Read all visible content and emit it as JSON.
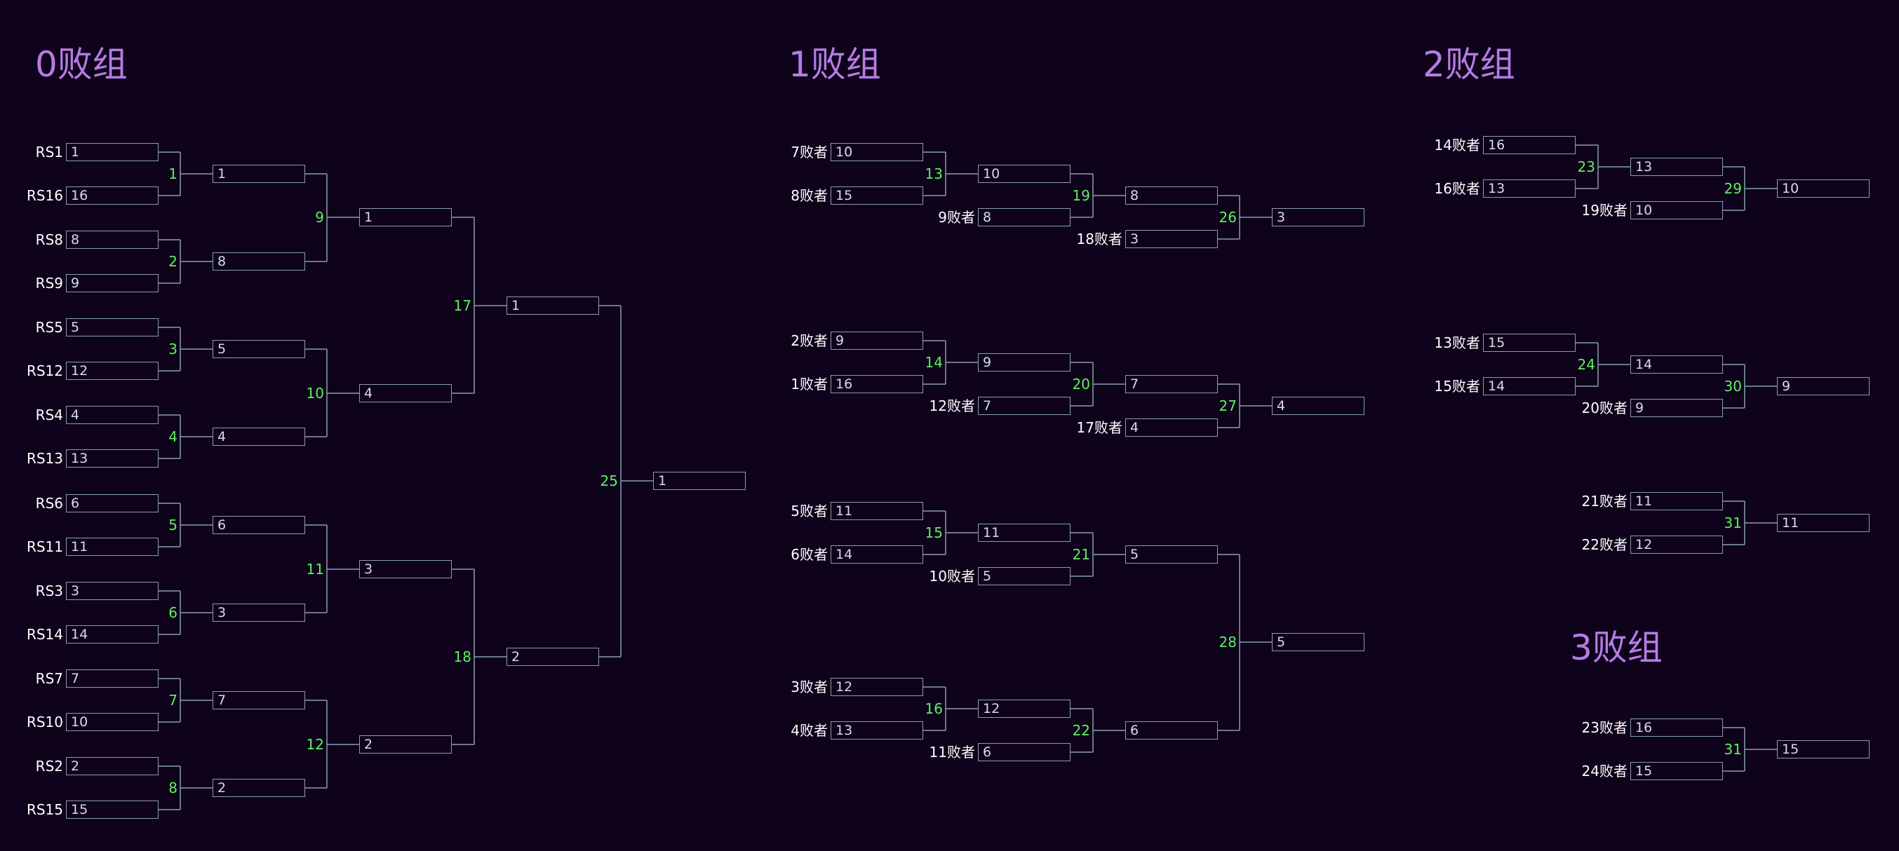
{
  "colors": {
    "background": "#0e031b",
    "title": "#b77be4",
    "match_number": "#5ef05e",
    "label": "#ffffff",
    "line": "#8a9eb0"
  },
  "titles": [
    "0败组",
    "1败组",
    "2败组",
    "3败组"
  ],
  "brackets": [
    {
      "title_index": 0,
      "matches": [
        {
          "id": "1",
          "inputs": [
            {
              "label": "RS1",
              "value": "1"
            },
            {
              "label": "RS16",
              "value": "16"
            }
          ],
          "output": "1"
        },
        {
          "id": "2",
          "inputs": [
            {
              "label": "RS8",
              "value": "8"
            },
            {
              "label": "RS9",
              "value": "9"
            }
          ],
          "output": "8"
        },
        {
          "id": "3",
          "inputs": [
            {
              "label": "RS5",
              "value": "5"
            },
            {
              "label": "RS12",
              "value": "12"
            }
          ],
          "output": "5"
        },
        {
          "id": "4",
          "inputs": [
            {
              "label": "RS4",
              "value": "4"
            },
            {
              "label": "RS13",
              "value": "13"
            }
          ],
          "output": "4"
        },
        {
          "id": "5",
          "inputs": [
            {
              "label": "RS6",
              "value": "6"
            },
            {
              "label": "RS11",
              "value": "11"
            }
          ],
          "output": "6"
        },
        {
          "id": "6",
          "inputs": [
            {
              "label": "RS3",
              "value": "3"
            },
            {
              "label": "RS14",
              "value": "14"
            }
          ],
          "output": "3"
        },
        {
          "id": "7",
          "inputs": [
            {
              "label": "RS7",
              "value": "7"
            },
            {
              "label": "RS10",
              "value": "10"
            }
          ],
          "output": "7"
        },
        {
          "id": "8",
          "inputs": [
            {
              "label": "RS2",
              "value": "2"
            },
            {
              "label": "RS15",
              "value": "15"
            }
          ],
          "output": "2"
        },
        {
          "id": "9",
          "inputs": [
            {
              "from": "1"
            },
            {
              "from": "2"
            }
          ],
          "output": "1"
        },
        {
          "id": "10",
          "inputs": [
            {
              "from": "3"
            },
            {
              "from": "4"
            }
          ],
          "output": "4"
        },
        {
          "id": "11",
          "inputs": [
            {
              "from": "5"
            },
            {
              "from": "6"
            }
          ],
          "output": "3"
        },
        {
          "id": "12",
          "inputs": [
            {
              "from": "7"
            },
            {
              "from": "8"
            }
          ],
          "output": "2"
        },
        {
          "id": "17",
          "inputs": [
            {
              "from": "9"
            },
            {
              "from": "10"
            }
          ],
          "output": "1"
        },
        {
          "id": "18",
          "inputs": [
            {
              "from": "11"
            },
            {
              "from": "12"
            }
          ],
          "output": "2"
        },
        {
          "id": "25",
          "inputs": [
            {
              "from": "17"
            },
            {
              "from": "18"
            }
          ],
          "output": "1"
        }
      ]
    },
    {
      "title_index": 1,
      "matches": [
        {
          "id": "13",
          "inputs": [
            {
              "label": "7败者",
              "value": "10"
            },
            {
              "label": "8败者",
              "value": "15"
            }
          ],
          "output": "10"
        },
        {
          "id": "19",
          "inputs": [
            {
              "from": "13"
            },
            {
              "label": "9败者",
              "value": "8"
            }
          ],
          "output": "8"
        },
        {
          "id": "26",
          "inputs": [
            {
              "from": "19"
            },
            {
              "label": "18败者",
              "value": "3"
            }
          ],
          "output": "3"
        },
        {
          "id": "14",
          "inputs": [
            {
              "label": "2败者",
              "value": "9"
            },
            {
              "label": "1败者",
              "value": "16"
            }
          ],
          "output": "9"
        },
        {
          "id": "20",
          "inputs": [
            {
              "from": "14"
            },
            {
              "label": "12败者",
              "value": "7"
            }
          ],
          "output": "7"
        },
        {
          "id": "27",
          "inputs": [
            {
              "from": "20"
            },
            {
              "label": "17败者",
              "value": "4"
            }
          ],
          "output": "4"
        },
        {
          "id": "15",
          "inputs": [
            {
              "label": "5败者",
              "value": "11"
            },
            {
              "label": "6败者",
              "value": "14"
            }
          ],
          "output": "11"
        },
        {
          "id": "21",
          "inputs": [
            {
              "from": "15"
            },
            {
              "label": "10败者",
              "value": "5"
            }
          ],
          "output": "5"
        },
        {
          "id": "16",
          "inputs": [
            {
              "label": "3败者",
              "value": "12"
            },
            {
              "label": "4败者",
              "value": "13"
            }
          ],
          "output": "12"
        },
        {
          "id": "22",
          "inputs": [
            {
              "from": "16"
            },
            {
              "label": "11败者",
              "value": "6"
            }
          ],
          "output": "6"
        },
        {
          "id": "28",
          "inputs": [
            {
              "from": "21"
            },
            {
              "from": "22"
            }
          ],
          "output": "5"
        }
      ]
    },
    {
      "title_index": 2,
      "matches": [
        {
          "id": "23",
          "inputs": [
            {
              "label": "14败者",
              "value": "16"
            },
            {
              "label": "16败者",
              "value": "13"
            }
          ],
          "output": "13"
        },
        {
          "id": "29",
          "inputs": [
            {
              "from": "23"
            },
            {
              "label": "19败者",
              "value": "10"
            }
          ],
          "output": "10"
        },
        {
          "id": "24",
          "inputs": [
            {
              "label": "13败者",
              "value": "15"
            },
            {
              "label": "15败者",
              "value": "14"
            }
          ],
          "output": "14"
        },
        {
          "id": "30",
          "inputs": [
            {
              "from": "24"
            },
            {
              "label": "20败者",
              "value": "9"
            }
          ],
          "output": "9"
        },
        {
          "id": "31",
          "inputs": [
            {
              "label": "21败者",
              "value": "11"
            },
            {
              "label": "22败者",
              "value": "12"
            }
          ],
          "output": "11"
        }
      ]
    },
    {
      "title_index": 3,
      "matches": [
        {
          "id": "31",
          "inputs": [
            {
              "label": "23败者",
              "value": "16"
            },
            {
              "label": "24败者",
              "value": "15"
            }
          ],
          "output": "15"
        }
      ]
    }
  ]
}
